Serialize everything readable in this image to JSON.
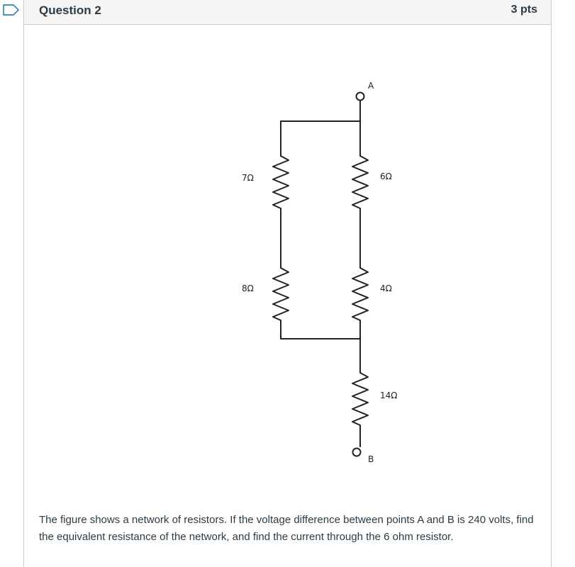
{
  "question": {
    "title": "Question 2",
    "points": "3 pts",
    "text": "The figure shows a network of resistors. If the voltage difference between points A and B is 240 volts, find the equivalent resistance of the network, and find the current through the 6 ohm resistor."
  },
  "icons": {
    "flag": "flag-question-icon"
  },
  "figure": {
    "node_a": "A",
    "node_b": "B",
    "resistors": {
      "r1": "7Ω",
      "r2": "6Ω",
      "r3": "8Ω",
      "r4": "4Ω",
      "r5": "14Ω"
    }
  },
  "colors": {
    "text": "#2d3b45",
    "border": "#c7cdd1",
    "header_bg": "#f5f5f5",
    "flag": "#0770a3"
  }
}
